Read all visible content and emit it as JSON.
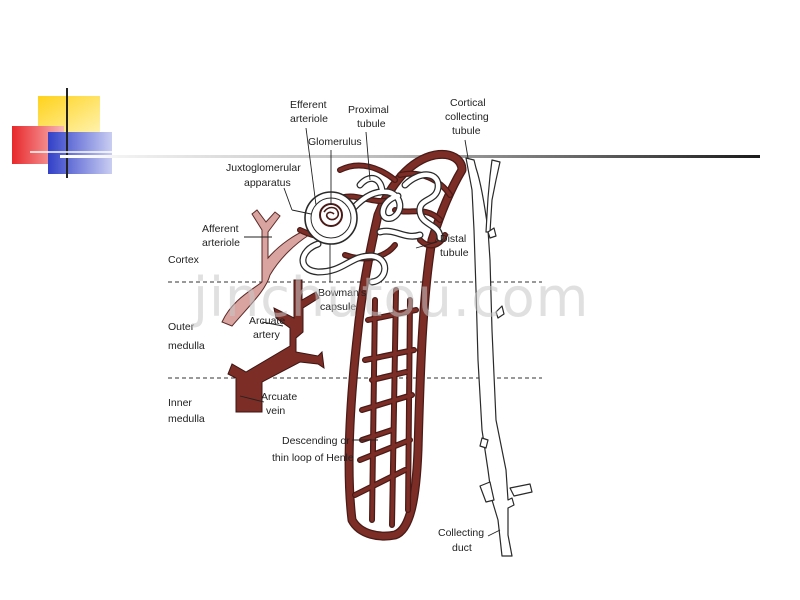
{
  "watermark": "jinchutou.com",
  "colors": {
    "vessel": "#7b2d26",
    "afferent": "#d9a3a0",
    "tubule_outline": "#3a3a3a",
    "rule_gradient_end": "#1a1a1a",
    "deco_yellow": "#ffd21a",
    "deco_red": "#e8282b",
    "deco_blue": "#3241c8"
  },
  "labels": {
    "efferent_1": "Efferent",
    "efferent_2": "arteriole",
    "proximal_1": "Proximal",
    "proximal_2": "tubule",
    "cortical_1": "Cortical",
    "cortical_2": "collecting",
    "cortical_3": "tubule",
    "glomerulus": "Glomerulus",
    "juxta_1": "Juxtoglomerular",
    "juxta_2": "apparatus",
    "afferent_1": "Afferent",
    "afferent_2": "arteriole",
    "distal_1": "Distal",
    "distal_2": "tubule",
    "cortex": "Cortex",
    "bowman_1": "Bowman's",
    "bowman_2": "capsule",
    "arc_artery_1": "Arcuate",
    "arc_artery_2": "artery",
    "outer_1": "Outer",
    "outer_2": "medulla",
    "inner_1": "Inner",
    "inner_2": "medulla",
    "arc_vein_1": "Arcuate",
    "arc_vein_2": "vein",
    "loop_1": "Descending or",
    "loop_2": "thin loop of Henle",
    "collecting_1": "Collecting",
    "collecting_2": "duct"
  }
}
